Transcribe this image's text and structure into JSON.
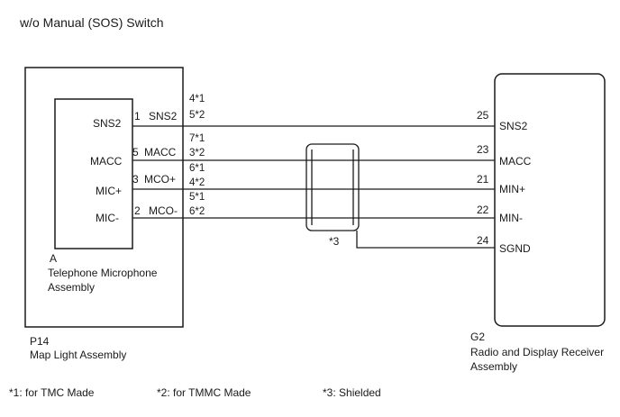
{
  "title": "w/o Manual (SOS) Switch",
  "connector_p14": {
    "code": "P14",
    "name": "Map Light Assembly"
  },
  "connector_a": {
    "code": "A",
    "name_line1": "Telephone Microphone",
    "name_line2": "Assembly",
    "pins": [
      {
        "label": "SNS2",
        "pin": "1",
        "signal": "SNS2"
      },
      {
        "label": "MACC",
        "pin": "5",
        "signal": "MACC"
      },
      {
        "label": "MIC+",
        "pin": "3",
        "signal": "MCO+"
      },
      {
        "label": "MIC-",
        "pin": "2",
        "signal": "MCO-"
      }
    ]
  },
  "p14_pins": [
    {
      "top": "4*1",
      "bottom": "5*2"
    },
    {
      "top": "7*1",
      "bottom": "3*2"
    },
    {
      "top": "6*1",
      "bottom": "4*2"
    },
    {
      "top": "5*1",
      "bottom": "6*2"
    }
  ],
  "connector_g2": {
    "code": "G2",
    "name_line1": "Radio and Display Receiver",
    "name_line2": "Assembly",
    "pins": [
      {
        "pin": "25",
        "label": "SNS2"
      },
      {
        "pin": "23",
        "label": "MACC"
      },
      {
        "pin": "21",
        "label": "MIN+"
      },
      {
        "pin": "22",
        "label": "MIN-"
      },
      {
        "pin": "24",
        "label": "SGND"
      }
    ]
  },
  "shield_label": "*3",
  "footnotes": [
    "*1: for TMC Made",
    "*2: for TMMC Made",
    "*3: Shielded"
  ]
}
